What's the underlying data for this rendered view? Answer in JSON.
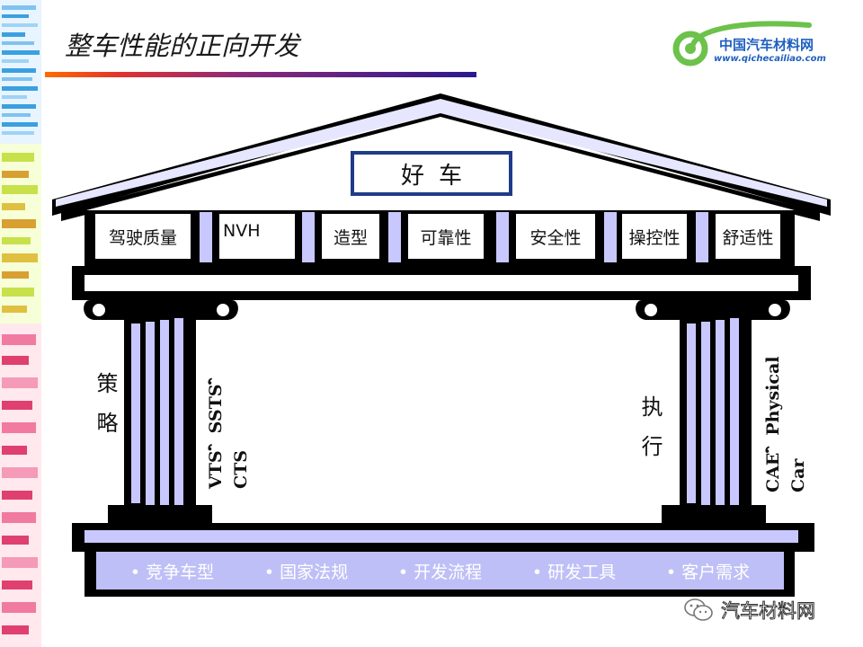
{
  "slide": {
    "title": "整车性能的正向开发",
    "logo": {
      "name": "中国汽车材料网",
      "url": "www.qichecailiao.com"
    },
    "colors": {
      "accent": "#1f3c88",
      "lavender": "#bfbff7",
      "ink": "#000000"
    }
  },
  "temple": {
    "roof_label": "好车",
    "qualities": [
      "驾驶质量",
      "NVH",
      "造型",
      "可靠性",
      "安全性",
      "操控性",
      "舒适性"
    ],
    "left_pillar": {
      "name": "策略",
      "caption_line1": "VTS，SSTS，",
      "caption_line2": "CTS"
    },
    "right_pillar": {
      "name": "执行",
      "caption_line1": "CAE，Physical",
      "caption_line2": "Car"
    },
    "foundation": [
      "• 竞争车型",
      "• 国家法规",
      "• 开发流程",
      "• 研发工具",
      "• 客户需求"
    ]
  },
  "watermark": {
    "text": "汽车材料网",
    "icon": "wechat-icon"
  }
}
